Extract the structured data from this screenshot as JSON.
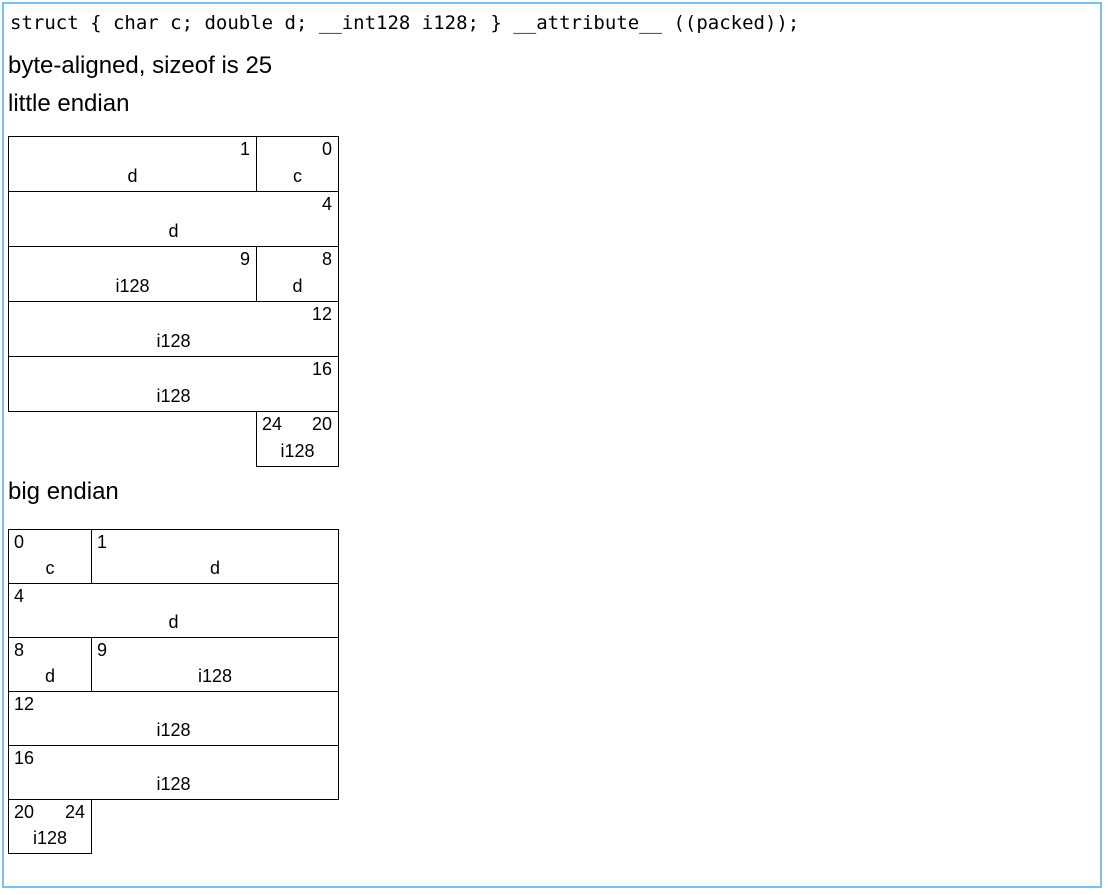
{
  "colors": {
    "frame_border": "#79bff2",
    "box_border": "#000000",
    "background": "#ffffff",
    "text": "#000000"
  },
  "code_line": "struct { char c; double d; __int128 i128; } __attribute__ ((packed));",
  "subtitle": "byte-aligned, sizeof is 25",
  "diagrams": [
    {
      "heading": "little endian",
      "rows": [
        {
          "cells": [
            {
              "numbers": [
                "1"
              ],
              "label": "d"
            },
            {
              "numbers": [
                "0"
              ],
              "label": "c"
            }
          ]
        },
        {
          "cells": [
            {
              "numbers": [
                "4"
              ],
              "label": "d"
            }
          ]
        },
        {
          "cells": [
            {
              "numbers": [
                "9"
              ],
              "label": "i128"
            },
            {
              "numbers": [
                "8"
              ],
              "label": "d"
            }
          ]
        },
        {
          "cells": [
            {
              "numbers": [
                "12"
              ],
              "label": "i128"
            }
          ]
        },
        {
          "cells": [
            {
              "numbers": [
                "16"
              ],
              "label": "i128"
            }
          ]
        },
        {
          "cells": [
            {
              "numbers": [
                "24",
                "20"
              ],
              "label": "i128"
            }
          ]
        }
      ]
    },
    {
      "heading": "big endian",
      "rows": [
        {
          "cells": [
            {
              "numbers": [
                "0"
              ],
              "label": "c"
            },
            {
              "numbers": [
                "1"
              ],
              "label": "d"
            }
          ]
        },
        {
          "cells": [
            {
              "numbers": [
                "4"
              ],
              "label": "d"
            }
          ]
        },
        {
          "cells": [
            {
              "numbers": [
                "8"
              ],
              "label": "d"
            },
            {
              "numbers": [
                "9"
              ],
              "label": "i128"
            }
          ]
        },
        {
          "cells": [
            {
              "numbers": [
                "12"
              ],
              "label": "i128"
            }
          ]
        },
        {
          "cells": [
            {
              "numbers": [
                "16"
              ],
              "label": "i128"
            }
          ]
        },
        {
          "cells": [
            {
              "numbers": [
                "20",
                "24"
              ],
              "label": "i128"
            }
          ]
        }
      ]
    }
  ]
}
